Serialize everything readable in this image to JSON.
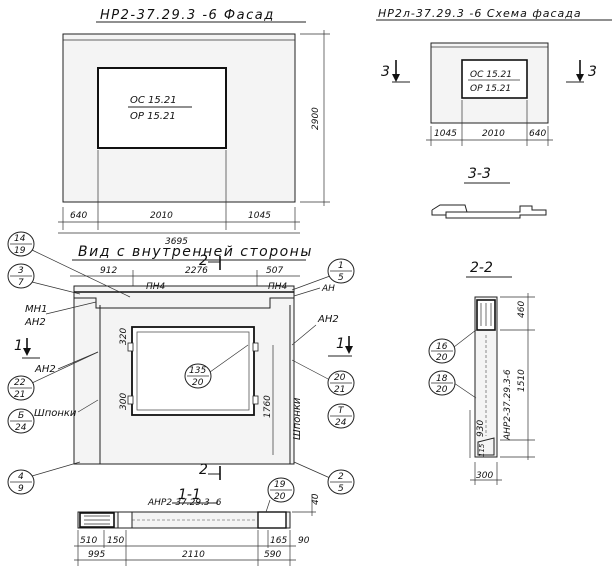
{
  "facade": {
    "title": "НР2-37.29.3 -6 Фасад",
    "opening_line1": "ОС 15.21",
    "opening_line2": "ОР 15.21",
    "dim_left": "640",
    "dim_mid": "2010",
    "dim_right": "1045",
    "dim_total": "3695",
    "dim_height": "2900"
  },
  "scheme": {
    "title": "НР2л-37.29.3 -6 Схема фасада",
    "opening_line1": "ОС 15.21",
    "opening_line2": "ОР 15.21",
    "dim_left": "1045",
    "dim_mid": "2010",
    "dim_right": "640",
    "section_mark_left": "3",
    "section_mark_right": "3"
  },
  "section33": {
    "title": "3-3"
  },
  "section22": {
    "title": "2-2",
    "side_label": "АНР2-37.29.3-6",
    "dim_top": "460",
    "dim_mid": "1510",
    "dim_low": "930",
    "dim_bottom": "115",
    "dim_width": "300",
    "callouts": [
      {
        "top": "16",
        "bottom": "20"
      },
      {
        "top": "18",
        "bottom": "20"
      }
    ]
  },
  "inner": {
    "title": "Вид с внутренней стороны",
    "section_mark_top": "2",
    "section_mark_bottom": "2",
    "section_mark_left": "1",
    "section_mark_right": "1",
    "dim_left": "912",
    "dim_mid": "2276",
    "dim_right": "507",
    "dim_height": "1760",
    "dim_opening_top": "320",
    "dim_opening_side": "300",
    "labels": {
      "pn4_left": "ПН4",
      "pn4_right": "ПН4",
      "mn1": "МН1",
      "an2_left": "АН2",
      "an2_mid": "АН2",
      "an2_right": "АН2",
      "an_right": "АН",
      "keys_left": "Шпонки",
      "keys_right": "Шпонки"
    },
    "callouts": [
      {
        "top": "14",
        "bottom": "19"
      },
      {
        "top": "3",
        "bottom": "7"
      },
      {
        "top": "22",
        "bottom": "21"
      },
      {
        "top": "Б",
        "bottom": "24"
      },
      {
        "top": "4",
        "bottom": "9"
      },
      {
        "top": "1",
        "bottom": "5"
      },
      {
        "top": "20",
        "bottom": "21"
      },
      {
        "top": "Т",
        "bottom": "24"
      },
      {
        "top": "2",
        "bottom": "5"
      },
      {
        "top": "135",
        "bottom": "20"
      }
    ]
  },
  "section11": {
    "title": "1-1",
    "label": "АНР2-37.29.3 -6",
    "callout": {
      "top": "19",
      "bottom": "20"
    },
    "dim_a": "510",
    "dim_b": "150",
    "dim_c": "165",
    "dim_d": "90",
    "dim_e": "40",
    "dim_left": "995",
    "dim_mid": "2110",
    "dim_right": "590"
  }
}
